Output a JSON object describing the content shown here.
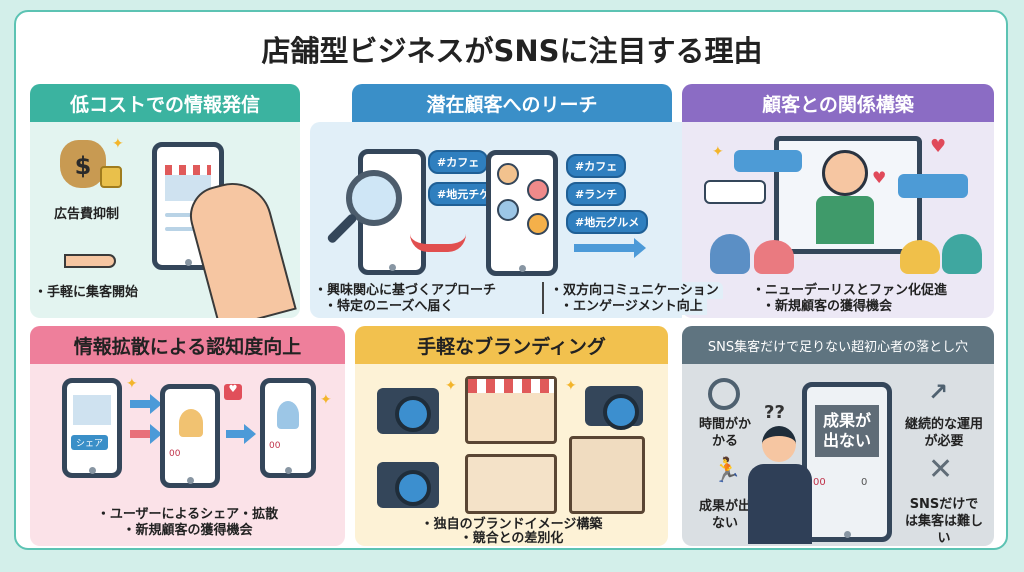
{
  "title": "店舗型ビジネスがSNSに注目する理由",
  "colors": {
    "teal": "#3bb3a0",
    "blue": "#3a8fc8",
    "purple": "#8b6cc4",
    "pink": "#ee7f9b",
    "yellow": "#f2c14e",
    "gray": "#5f7480"
  },
  "panels": {
    "low_cost": {
      "title": "低コストでの情報発信",
      "labels": [
        "広告費抑制",
        "・手軽に集客開始"
      ]
    },
    "reach": {
      "title": "潜在顧客へのリーチ",
      "tags_left": [
        "#カフェ",
        "#地元チケ"
      ],
      "tags_right": [
        "#カフェ",
        "#ランチ",
        "#地元グルメ"
      ],
      "bullets": [
        "・興味関心に基づくアプローチ",
        "・特定のニーズへ届く"
      ],
      "bullets2": [
        "・双方向コミュニケーション",
        "・エンゲージメント向上"
      ]
    },
    "relationship": {
      "title": "顧客との関係構築",
      "bullets": [
        "・ニューデーリスとファン化促進",
        "・新規顧客の獲得機会"
      ]
    },
    "awareness": {
      "title": "情報拡散による認知度向上",
      "share_button": "シェア",
      "counts": [
        "00",
        "00"
      ],
      "bullets": [
        "・ユーザーによるシェア・拡散",
        "・新規顧客の獲得機会"
      ]
    },
    "branding": {
      "title": "手軽なブランディング",
      "bullets": [
        "・独自のブランドイメージ構築",
        "・競合との差別化"
      ]
    },
    "pitfalls": {
      "title": "SNS集客だけで足りない超初心者の落とし穴",
      "screen_text": "成果が出ない",
      "question": "??",
      "counts": [
        "00",
        "0"
      ],
      "items": [
        "時間がかかる",
        "成果が出ない",
        "継続的な運用が必要",
        "SNSだけでは集客は難しい"
      ]
    }
  }
}
